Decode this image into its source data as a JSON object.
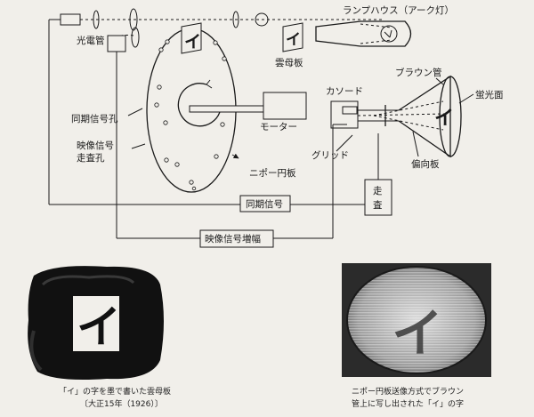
{
  "labels": {
    "lamp_house": "ランプハウス（アーク灯）",
    "photocell": "光電管",
    "mica_plate": "雲母板",
    "braun_tube": "ブラウン管",
    "phosphor_screen": "蛍光面",
    "cathode": "カソード",
    "sync_hole": "同期信号孔",
    "video_scan_hole_line1": "映像信号",
    "video_scan_hole_line2": "走査孔",
    "motor": "モーター",
    "grid": "グリッド",
    "nipkow_disk": "ニポー円板",
    "deflection_plate": "偏向板",
    "scan_line1": "走",
    "scan_line2": "査",
    "sync_signal": "同期信号",
    "video_amp": "映像信号増幅",
    "char_i": "イ"
  },
  "captions": {
    "left_line1": "「イ」の字を墨で書いた雲母板",
    "left_line2": "〔大正15年（1926）〕",
    "right_line1": "ニポー円板送像方式でブラウン",
    "right_line2": "管上に写し出された「イ」の字"
  }
}
